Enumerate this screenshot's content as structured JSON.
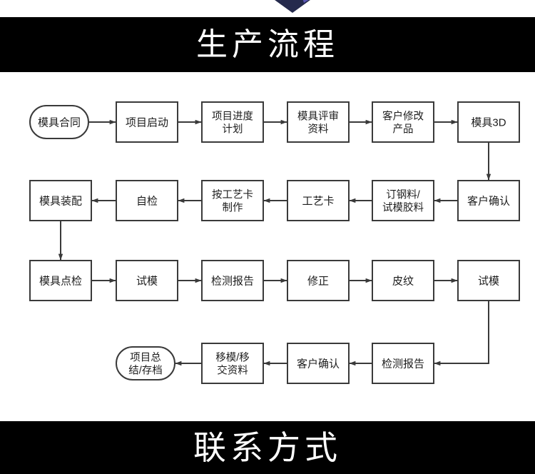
{
  "page": {
    "background": "#ffffff",
    "banner_bg": "#000000",
    "banner_fg": "#ffffff",
    "line_color": "#3a3a3a",
    "logo_color_dark": "#252a4d",
    "logo_color_light": "#5b57b5"
  },
  "header": {
    "title": "生产流程"
  },
  "footer": {
    "title": "联系方式"
  },
  "flow": {
    "rows": [
      {
        "name": "row-1",
        "direction": "left-to-right",
        "nodes": [
          {
            "id": "n1",
            "shape": "stadium",
            "lines": [
              "模具合同"
            ]
          },
          {
            "id": "n2",
            "shape": "rectangle",
            "lines": [
              "项目启动"
            ]
          },
          {
            "id": "n3",
            "shape": "rectangle",
            "lines": [
              "项目进度",
              "计划"
            ]
          },
          {
            "id": "n4",
            "shape": "rectangle",
            "lines": [
              "模具评审",
              "资料"
            ]
          },
          {
            "id": "n5",
            "shape": "rectangle",
            "lines": [
              "客户修改",
              "产品"
            ]
          },
          {
            "id": "n6",
            "shape": "rectangle",
            "lines": [
              "模具3D"
            ]
          }
        ]
      },
      {
        "name": "row-2",
        "direction": "right-to-left",
        "nodes": [
          {
            "id": "n12",
            "shape": "rectangle",
            "lines": [
              "模具装配"
            ]
          },
          {
            "id": "n11",
            "shape": "rectangle",
            "lines": [
              "自检"
            ]
          },
          {
            "id": "n10",
            "shape": "rectangle",
            "lines": [
              "按工艺卡",
              "制作"
            ]
          },
          {
            "id": "n9",
            "shape": "rectangle",
            "lines": [
              "工艺卡"
            ]
          },
          {
            "id": "n8",
            "shape": "rectangle",
            "lines": [
              "订钢料/",
              "试模胶料"
            ]
          },
          {
            "id": "n7",
            "shape": "rectangle",
            "lines": [
              "客户确认"
            ]
          }
        ]
      },
      {
        "name": "row-3",
        "direction": "left-to-right",
        "nodes": [
          {
            "id": "n13",
            "shape": "rectangle",
            "lines": [
              "模具点检"
            ]
          },
          {
            "id": "n14",
            "shape": "rectangle",
            "lines": [
              "试模"
            ]
          },
          {
            "id": "n15",
            "shape": "rectangle",
            "lines": [
              "检测报告"
            ]
          },
          {
            "id": "n16",
            "shape": "rectangle",
            "lines": [
              "修正"
            ]
          },
          {
            "id": "n17",
            "shape": "rectangle",
            "lines": [
              "皮纹"
            ]
          },
          {
            "id": "n18",
            "shape": "rectangle",
            "lines": [
              "试模"
            ]
          }
        ]
      },
      {
        "name": "row-4",
        "direction": "right-to-left",
        "nodes": [
          {
            "id": "n22",
            "shape": "stadium",
            "lines": [
              "项目总",
              "结/存档"
            ]
          },
          {
            "id": "n21",
            "shape": "rectangle",
            "lines": [
              "移模/移",
              "交资料"
            ]
          },
          {
            "id": "n20",
            "shape": "rectangle",
            "lines": [
              "客户确认"
            ]
          },
          {
            "id": "n19",
            "shape": "rectangle",
            "lines": [
              "检测报告"
            ]
          }
        ]
      }
    ],
    "vertical_connectors": [
      {
        "name": "connector-mold3d-to-customer-confirm",
        "from": "模具3D",
        "to": "客户确认"
      },
      {
        "name": "connector-assembly-to-inspection",
        "from": "模具装配",
        "to": "模具点检"
      },
      {
        "name": "connector-trial-to-report",
        "from": "试模",
        "to": "检测报告"
      }
    ]
  }
}
